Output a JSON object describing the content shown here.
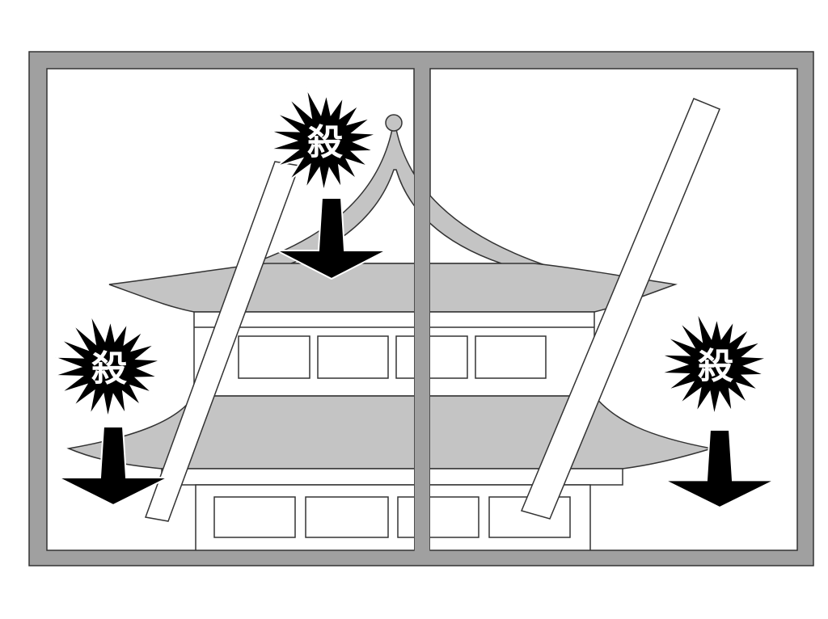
{
  "illustration": {
    "burst_text": [
      "殺",
      "殺",
      "殺"
    ],
    "colors": {
      "frame": "#a0a0a0",
      "roof": "#c4c4c4",
      "ink": "#000000",
      "paper": "#ffffff"
    }
  }
}
